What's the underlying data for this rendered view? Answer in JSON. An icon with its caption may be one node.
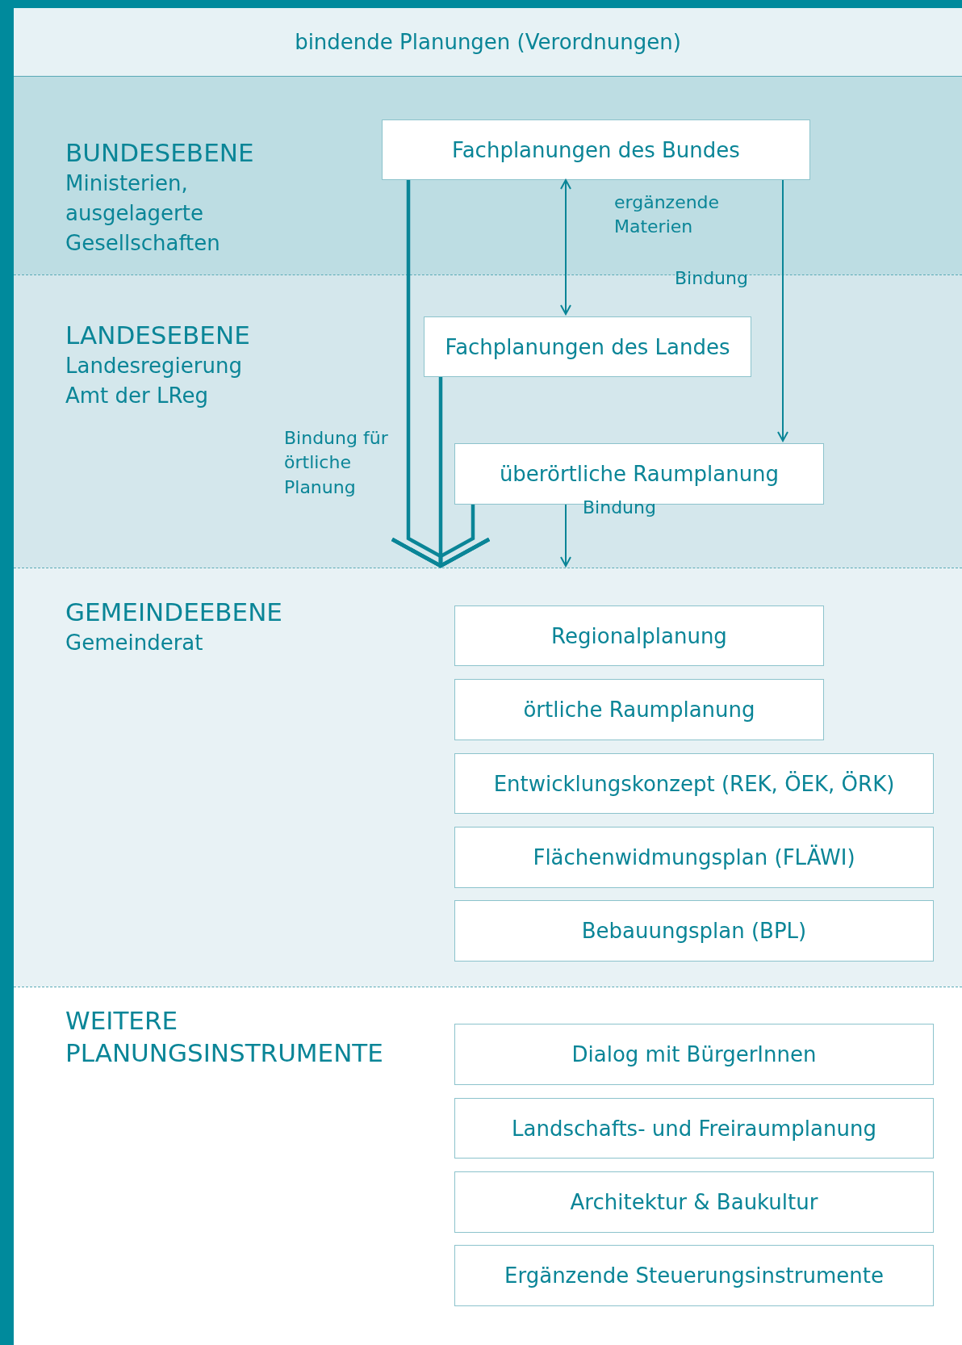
{
  "diagram": {
    "nodes": [
      {
        "text": [
          "bindende Planungen (Verordnungen)"
        ]
      },
      {
        "text": [
          "BUNDESEBENE",
          "Ministerien, ausgelagerte Gesellschaften"
        ]
      },
      {
        "text": [
          "Fachplanungen des Bundes"
        ],
        "in": 1
      },
      {
        "text": [
          "LANDESEBENE",
          "Landesregierung Amt der LReg"
        ]
      },
      {
        "text": [
          "Fachplanungen des Landes"
        ],
        "in": 3
      },
      {
        "text": [
          "überörtliche Raumplanung"
        ],
        "in": 3
      },
      {
        "text": [
          "GEMEINDEEBENE",
          "Gemeinderat"
        ]
      },
      {
        "text": [
          "Regionalplanung"
        ],
        "in": 6
      },
      {
        "text": [
          "örtliche Raumplanung"
        ],
        "in": 6
      },
      {
        "text": [
          "Entwicklungskonzept (REK, ÖEK, ÖRK)"
        ],
        "in": 6
      },
      {
        "text": [
          "Flächenwidmungsplan (FLÄWI)"
        ],
        "in": 6
      },
      {
        "text": [
          "Bebauungsplan (BPL)"
        ],
        "in": 6
      },
      {
        "text": [
          "WEITERE PLANUNGSINSTRUMENTE"
        ]
      },
      {
        "text": [
          "Dialog mit BürgerInnen"
        ],
        "in": 12
      },
      {
        "text": [
          "Landschafts- und Freiraumplanung"
        ],
        "in": 12
      },
      {
        "text": [
          "Architektur & Baukultur"
        ],
        "in": 12
      },
      {
        "text": [
          "Ergänzende Steuerungsinstrumente"
        ],
        "in": 12
      }
    ],
    "edges": [
      {
        "from": 2,
        "to": 4,
        "arrow": "both",
        "label": "ergänzende Materien"
      },
      {
        "from": 2,
        "to": 5,
        "arrow": "to",
        "label": "Bindung"
      },
      {
        "from": 2,
        "to": 6,
        "arrow": "to",
        "style": "thick",
        "label": "Bindung für örtliche Planung"
      },
      {
        "from": 4,
        "to": 6,
        "arrow": "to",
        "style": "thick"
      },
      {
        "from": 5,
        "to": 6,
        "arrow": "to",
        "style": "thick"
      },
      {
        "from": 5,
        "to": 6,
        "arrow": "to",
        "label": "Bindung"
      }
    ]
  }
}
